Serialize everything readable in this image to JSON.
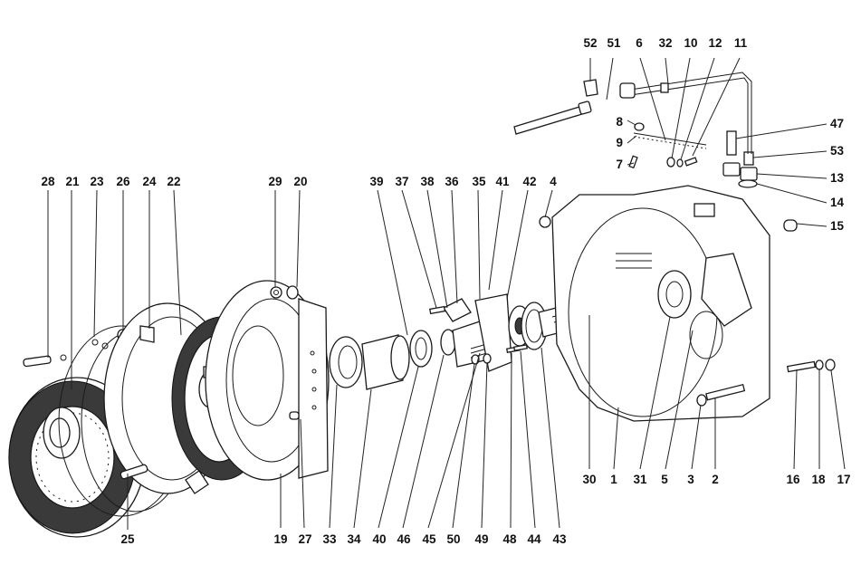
{
  "title": "Clutch assembly exploded view",
  "colors": {
    "ink": "#111111",
    "paper": "#ffffff",
    "lining": "#3a3a3a"
  },
  "labels": {
    "top_left": [
      "28",
      "21",
      "23",
      "26",
      "24",
      "22",
      "29",
      "20"
    ],
    "top_center": [
      "39",
      "37",
      "38",
      "36",
      "35",
      "41",
      "42",
      "4"
    ],
    "top_right": [
      "52",
      "51",
      "6",
      "32",
      "10",
      "12",
      "11"
    ],
    "side_left": [
      "8",
      "9",
      "7"
    ],
    "side_right": [
      "47",
      "53",
      "13",
      "14",
      "15"
    ],
    "bottom_left": [
      "25"
    ],
    "bottom_center": [
      "19",
      "27",
      "33",
      "34",
      "40",
      "46",
      "45",
      "50",
      "49",
      "48",
      "44",
      "43"
    ],
    "bottom_right": [
      "30",
      "1",
      "31",
      "5",
      "3",
      "2",
      "16",
      "18",
      "17"
    ]
  }
}
